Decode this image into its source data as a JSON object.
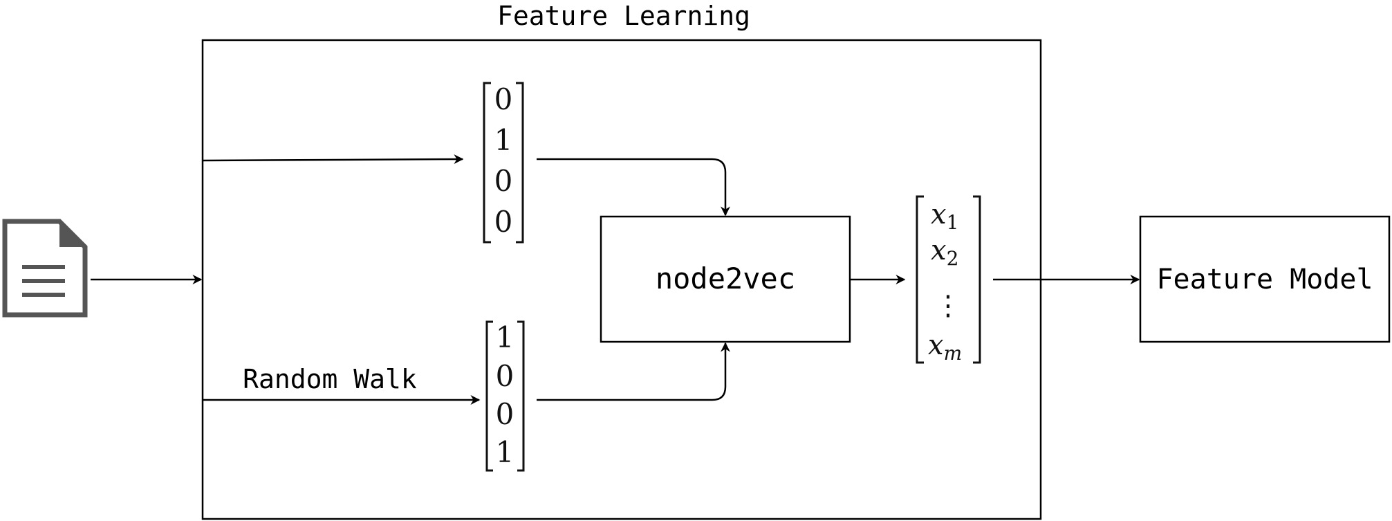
{
  "diagram": {
    "group_title": "Feature Learning",
    "edge_label_random_walk": "Random Walk",
    "node2vec_label": "node2vec",
    "feature_model_label": "Feature Model",
    "vector_top": [
      "0",
      "1",
      "0",
      "0"
    ],
    "vector_bottom": [
      "1",
      "0",
      "0",
      "1"
    ],
    "embedding": {
      "x1": "x",
      "x1_sub": "1",
      "x2": "x",
      "x2_sub": "2",
      "dots": "⋮",
      "xm": "x",
      "xm_sub": "m"
    },
    "input_icon": "document-icon"
  }
}
